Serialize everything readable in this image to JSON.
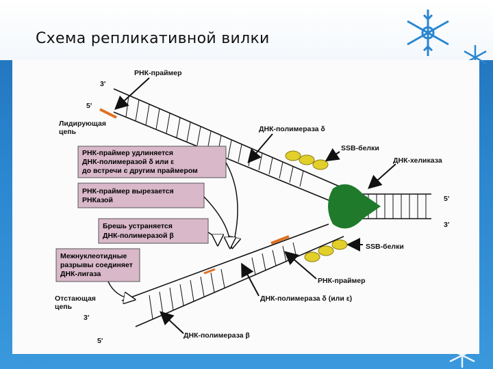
{
  "slide": {
    "title": "Схема репликативной вилки"
  },
  "diagram": {
    "labels": {
      "rna_primer_top": "РНК-праймер",
      "three_prime_top": "3'",
      "five_prime_top": "5'",
      "leading_line1": "Лидирующая",
      "leading_line2": "цепь",
      "dna_pol_delta": "ДНК-полимераза δ",
      "ssb_top": "SSB-белки",
      "helicase": "ДНК-хеликаза",
      "five_prime_right": "5'",
      "three_prime_right": "3'",
      "ssb_bottom": "SSB-белки",
      "rna_primer_bottom": "РНК-праймер",
      "dna_pol_delta_eps": "ДНК-полимераза δ (или ε)",
      "lagging_line1": "Отстающая",
      "lagging_line2": "цепь",
      "three_prime_bottom": "3'",
      "five_prime_bottom": "5'",
      "dna_pol_beta": "ДНК-полимераза β"
    },
    "boxes": {
      "box1_line1": "РНК-праймер удлиняется",
      "box1_line2": "ДНК-полимеразой δ или ε",
      "box1_line3": "до встречи с другим праймером",
      "box2_line1": "РНК-праймер вырезается",
      "box2_line2": "РНКазой",
      "box3_line1": "Брешь устраняется",
      "box3_line2": "ДНК-полимеразой β",
      "box4_line1": "Межнуклеотидные",
      "box4_line2": "разрывы соединяет",
      "box4_line3": "ДНК-лигаза"
    },
    "colors": {
      "box_fill": "#d9b8c9",
      "helicase": "#1f7a2c",
      "ssb": "#e2cf2a",
      "primer": "#e0701e"
    }
  }
}
